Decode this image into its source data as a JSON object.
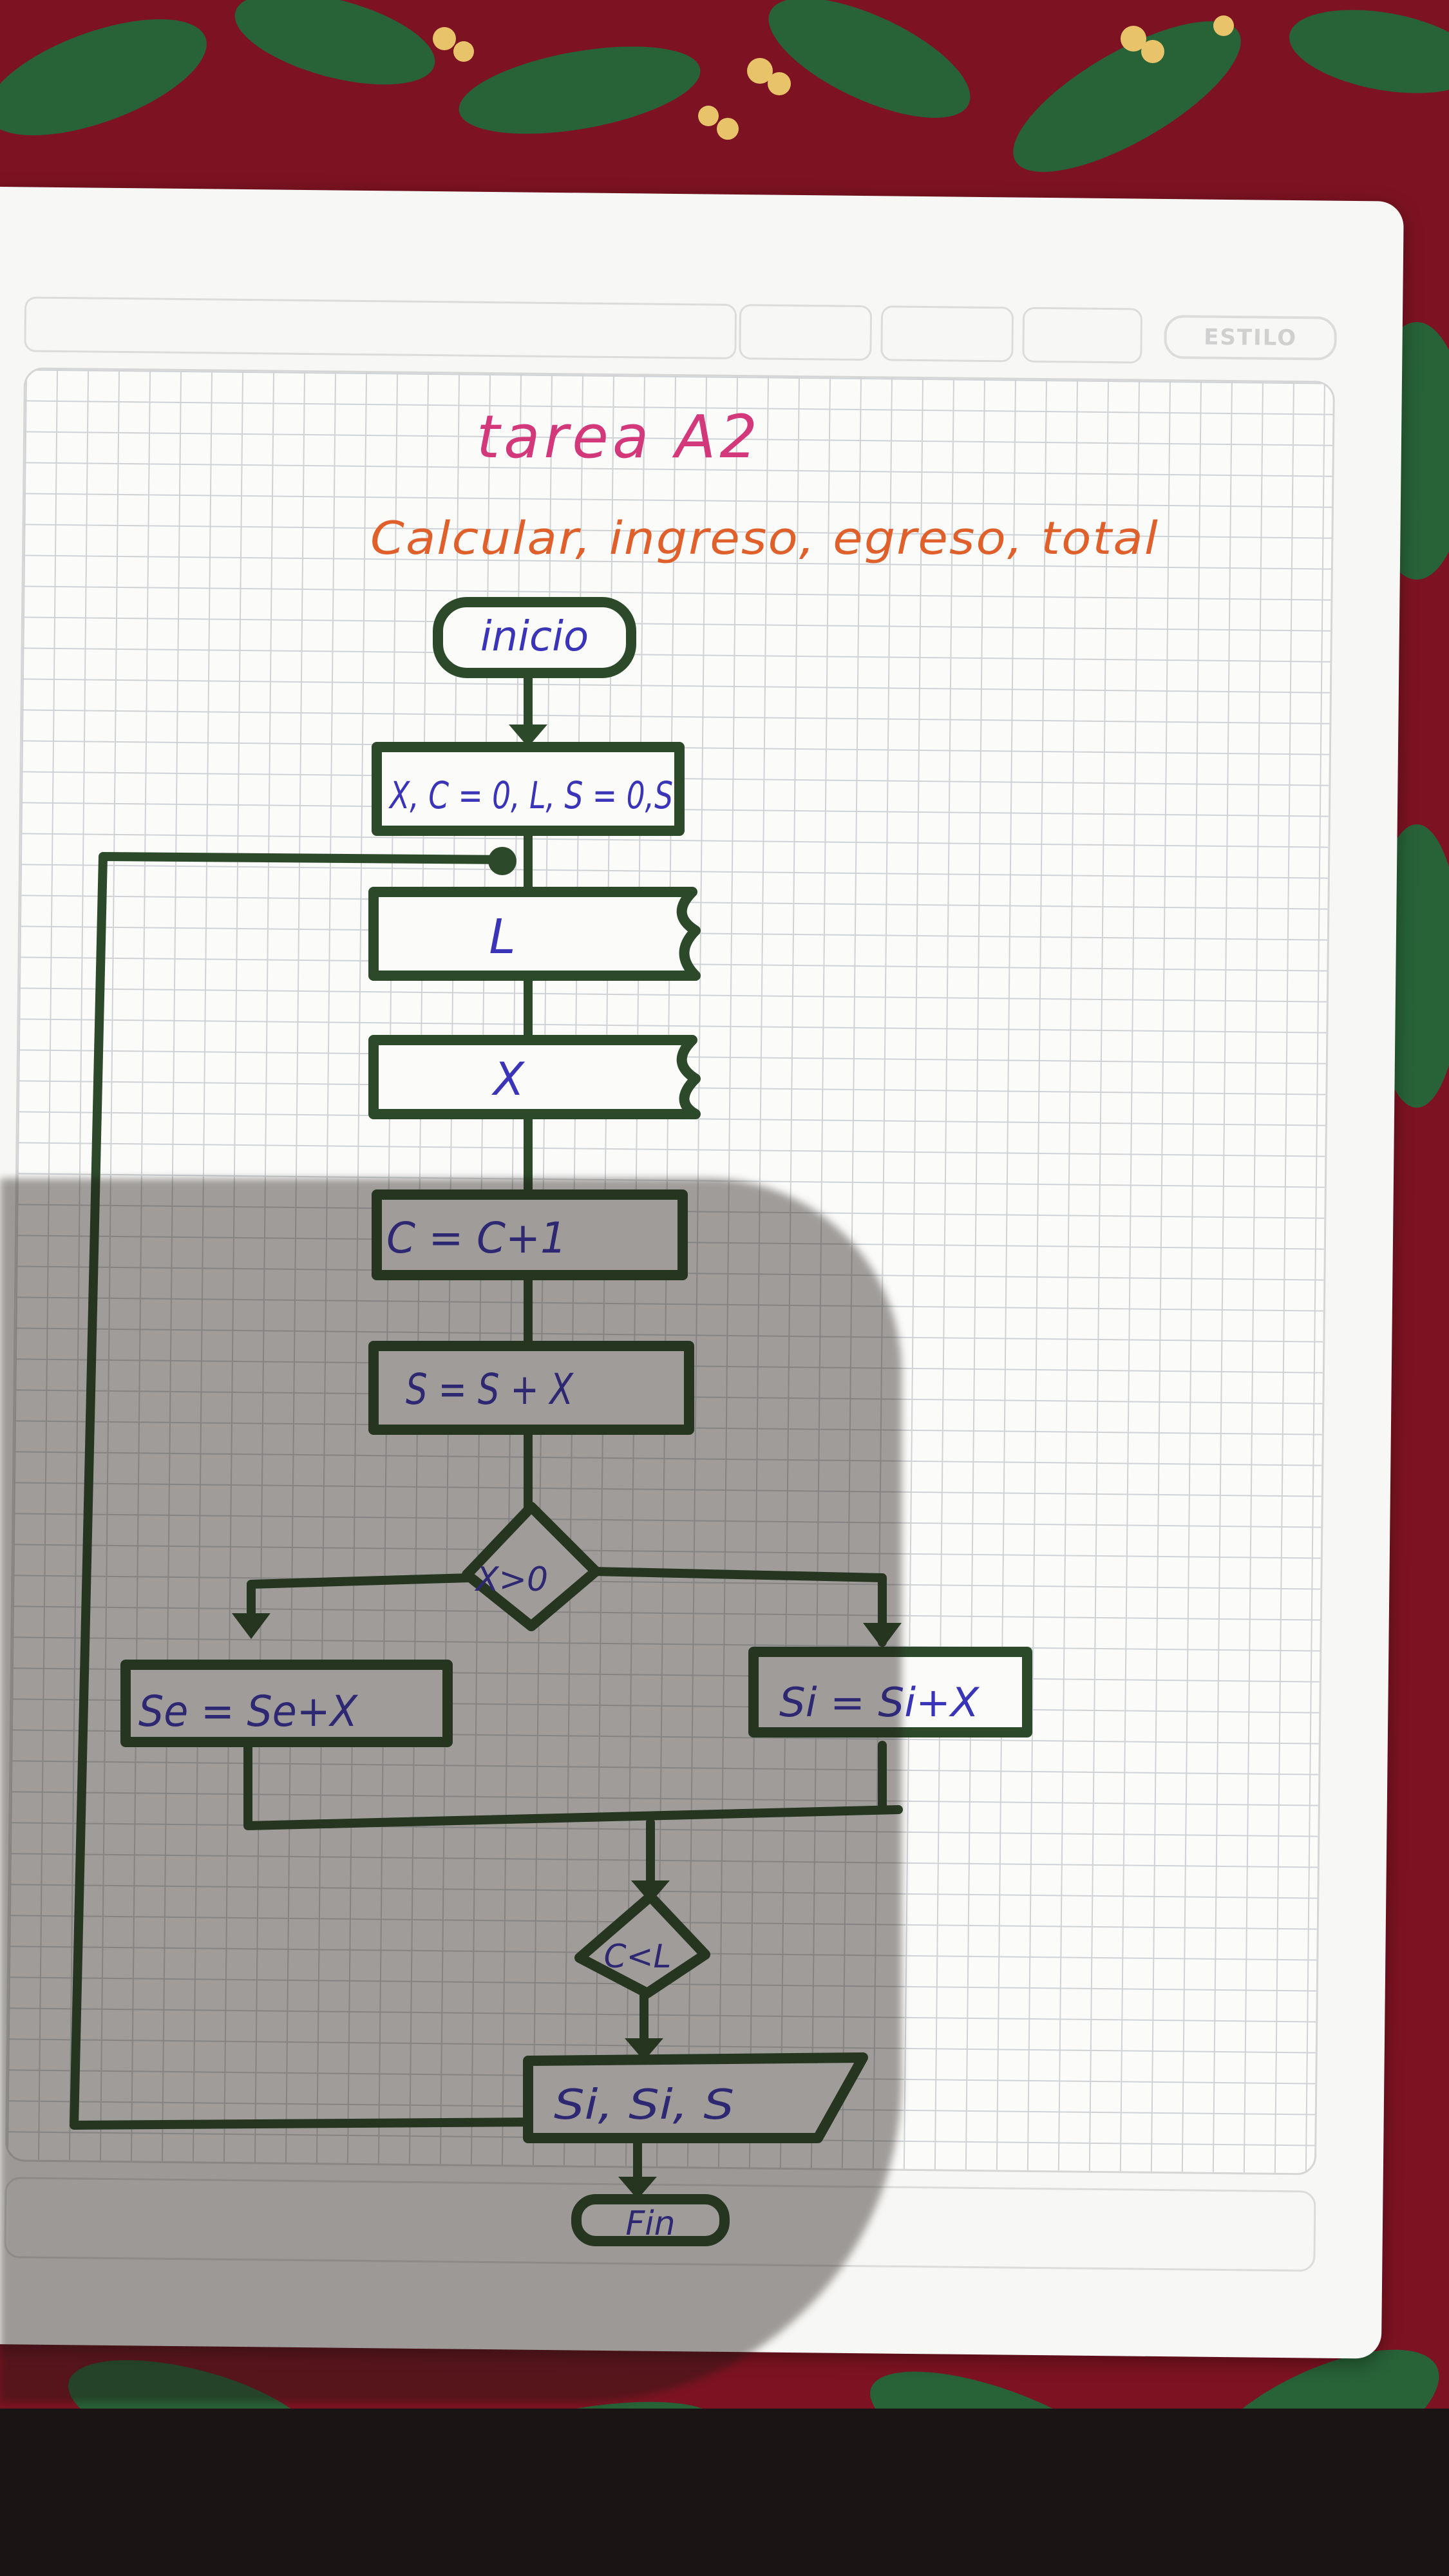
{
  "page": {
    "title": "tarea A2",
    "subtitle": "Calcular, ingreso, egreso, total",
    "header_badge": "ESTILO"
  },
  "flowchart": {
    "start": "inicio",
    "init": "X, C = 0, L, S = 0,S",
    "input_l": "L",
    "input_x": "X",
    "increment_c": "C = C+1",
    "sum_s": "S = S + X",
    "decision_x": "X>0",
    "egreso": "Se = Se+X",
    "ingreso": "Si = Si+X",
    "decision_c": "C<L",
    "output": "Si, Si, S",
    "end": "Fin"
  },
  "colors": {
    "ink": "#2c4a2a",
    "title": "#d2387a",
    "subtitle": "#e0602c",
    "text": "#3a34b8"
  }
}
